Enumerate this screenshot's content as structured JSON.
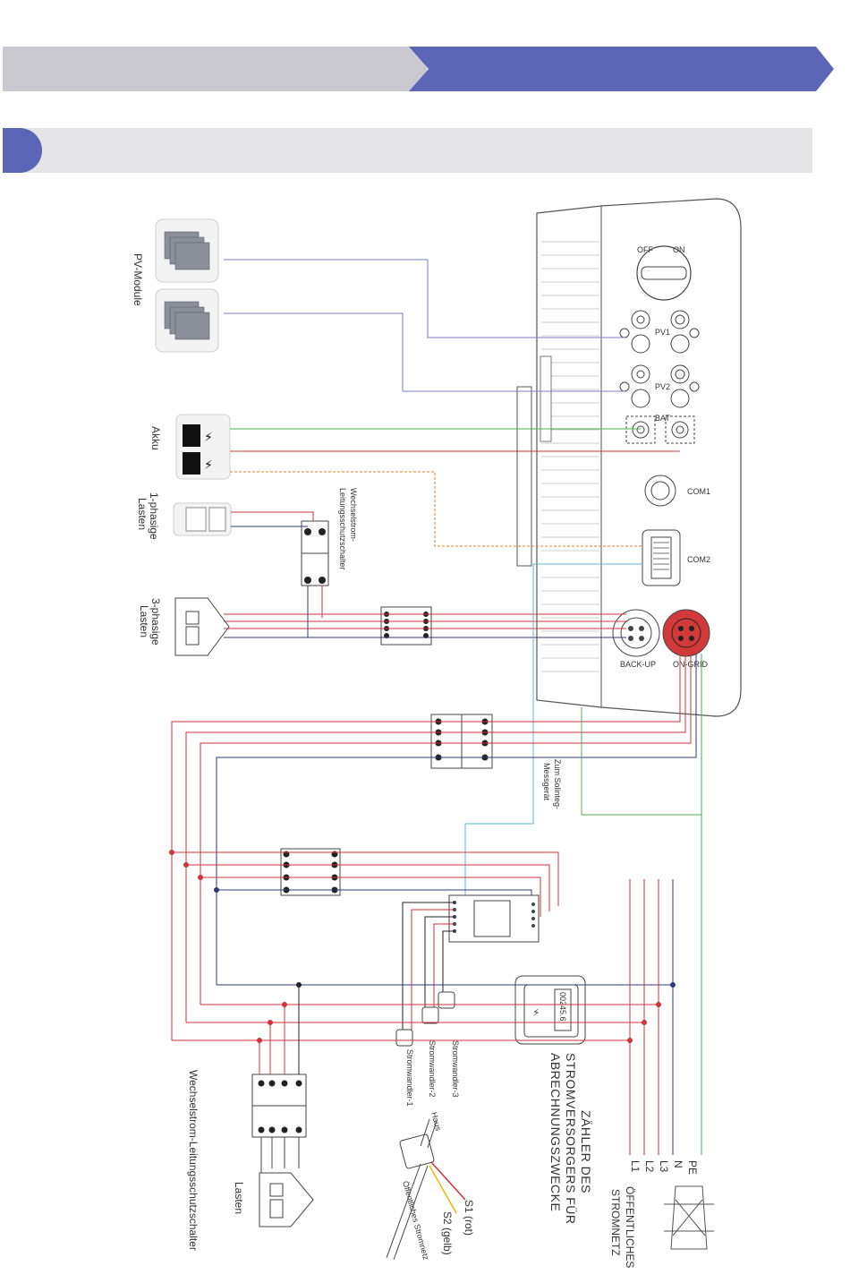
{
  "colors": {
    "header_active": "#5b66b7",
    "header_inactive": "#c9c9cf",
    "section_bar": "#e5e5e8",
    "wire_red": "#d0333a",
    "wire_navy": "#2c3a7a",
    "wire_green": "#4caf50",
    "wire_cyan": "#5ab8d6",
    "wire_orange": "#e57c2b",
    "wire_purple": "#7b7fc0"
  },
  "labels": {
    "pv_modules": "PV-Module",
    "battery": "Akku",
    "single_phase_loads": [
      "1-phasige",
      "Lasten"
    ],
    "three_phase_loads": [
      "3-phasige",
      "Lasten"
    ],
    "ac_breaker_top": [
      "Wechselstrom-",
      "Leitungsschutzschalter"
    ],
    "ac_breaker_bottom": "Wechselstrom-Leitungsschutzschalter",
    "loads": "Lasten",
    "to_meter": [
      "Zum Solinteg-",
      "Messgerät"
    ],
    "ct1": "Stromwandler-1",
    "ct2": "Stromwandler-2",
    "ct3": "Stromwandler-3",
    "house": "Haus",
    "grid_small": "Öffentliches Stromnetz",
    "s1": "S1 (rot)",
    "s2": "S2 (gelb)",
    "utility_meter": [
      "ZÄHLER DES",
      "STROMVERSORGERS FÜR",
      "ABRECHNUNGSZWECKE"
    ],
    "public_grid": [
      "ÖFFENTLICHES",
      "STROMNETZ"
    ],
    "meter_reading": "00245.6",
    "terminal_on": "ON",
    "terminal_off": "OFF",
    "terminal_pv1": "PV1",
    "terminal_pv2": "PV2",
    "terminal_bat": "BAT",
    "terminal_com1": "COM1",
    "terminal_com2": "COM2",
    "terminal_backup": "BACK-UP",
    "terminal_ongrid": "ON-GRID",
    "grid_pe": "PE",
    "grid_n": "N",
    "grid_l3": "L3",
    "grid_l2": "L2",
    "grid_l1": "L1"
  }
}
